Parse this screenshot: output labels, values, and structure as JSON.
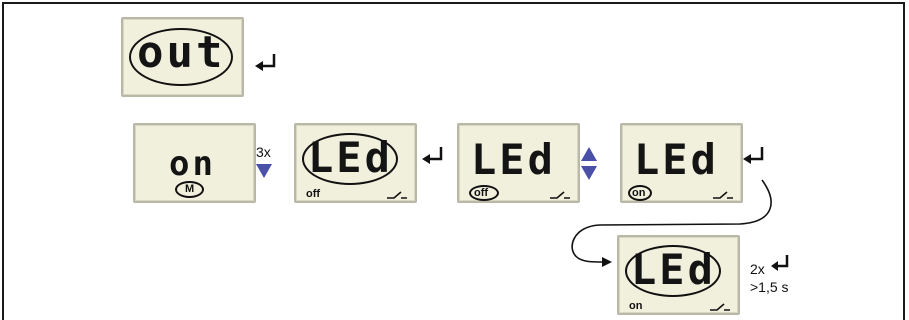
{
  "displays": {
    "out": {
      "text": "out"
    },
    "on_m": {
      "text": "on",
      "badge": "M"
    },
    "led1": {
      "text": "LEd",
      "status": "off"
    },
    "led2": {
      "text": "LEd",
      "status": "off"
    },
    "led3": {
      "text": "LEd",
      "status": "on"
    },
    "led4": {
      "text": "LEd",
      "status": "on"
    }
  },
  "labels": {
    "press_down_count": "3x",
    "press_enter_count": "2x",
    "hold_time": ">1,5 s"
  },
  "icons": {
    "enter": "enter-arrow-icon",
    "down": "triangle-down-icon",
    "up_down": "triangle-up-down-icon",
    "color": "#4a4fa8"
  }
}
